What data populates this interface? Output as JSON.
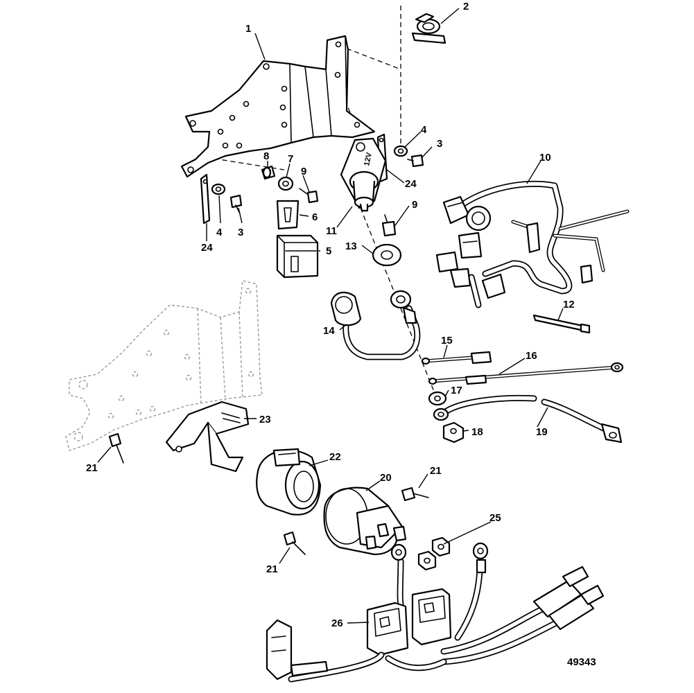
{
  "diagram": {
    "figure_number": "49343",
    "stamp_text": "12V",
    "callouts": [
      {
        "id": "c1",
        "label": "1"
      },
      {
        "id": "c2",
        "label": "2"
      },
      {
        "id": "c3a",
        "label": "3"
      },
      {
        "id": "c3b",
        "label": "3"
      },
      {
        "id": "c4a",
        "label": "4"
      },
      {
        "id": "c4b",
        "label": "4"
      },
      {
        "id": "c5",
        "label": "5"
      },
      {
        "id": "c6",
        "label": "6"
      },
      {
        "id": "c7",
        "label": "7"
      },
      {
        "id": "c8",
        "label": "8"
      },
      {
        "id": "c9a",
        "label": "9"
      },
      {
        "id": "c9b",
        "label": "9"
      },
      {
        "id": "c10",
        "label": "10"
      },
      {
        "id": "c11",
        "label": "11"
      },
      {
        "id": "c12",
        "label": "12"
      },
      {
        "id": "c13",
        "label": "13"
      },
      {
        "id": "c14",
        "label": "14"
      },
      {
        "id": "c15",
        "label": "15"
      },
      {
        "id": "c16",
        "label": "16"
      },
      {
        "id": "c17",
        "label": "17"
      },
      {
        "id": "c18",
        "label": "18"
      },
      {
        "id": "c19",
        "label": "19"
      },
      {
        "id": "c20",
        "label": "20"
      },
      {
        "id": "c21a",
        "label": "21"
      },
      {
        "id": "c21b",
        "label": "21"
      },
      {
        "id": "c21c",
        "label": "21"
      },
      {
        "id": "c22",
        "label": "22"
      },
      {
        "id": "c23",
        "label": "23"
      },
      {
        "id": "c24a",
        "label": "24"
      },
      {
        "id": "c24b",
        "label": "24"
      },
      {
        "id": "c25",
        "label": "25"
      },
      {
        "id": "c26",
        "label": "26"
      }
    ]
  }
}
